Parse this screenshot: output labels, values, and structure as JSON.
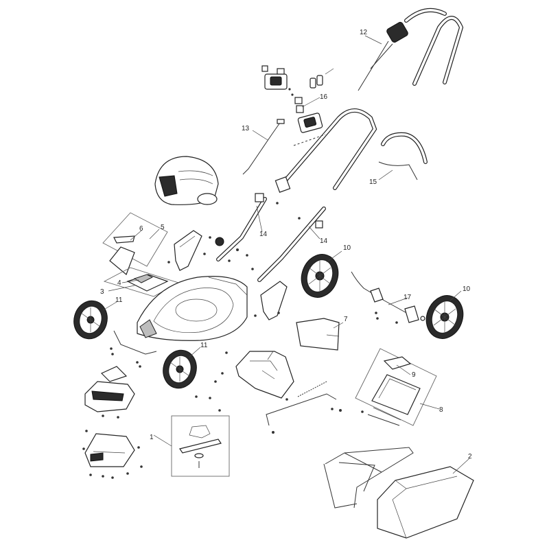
{
  "callouts": {
    "c1": "1",
    "c2": "2",
    "c3": "3",
    "c4": "4",
    "c5": "5",
    "c6": "6",
    "c7": "7",
    "c8": "8",
    "c9": "9",
    "c10a": "10",
    "c10b": "10",
    "c11a": "11",
    "c11b": "11",
    "c12": "12",
    "c13": "13",
    "c14a": "14",
    "c14b": "14",
    "c15": "15",
    "c16": "16",
    "c17": "17"
  }
}
